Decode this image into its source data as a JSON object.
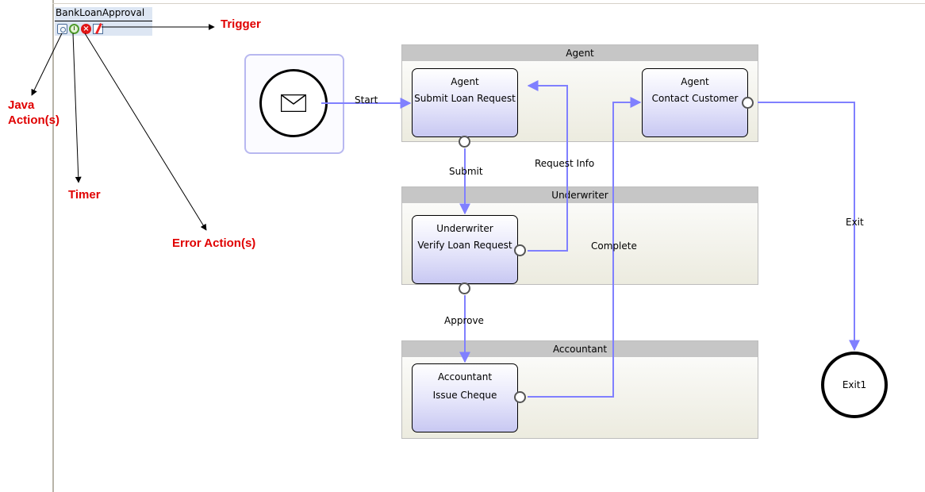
{
  "process": {
    "name": "BankLoanApproval",
    "icons": [
      "java-action-icon",
      "timer-icon",
      "error-action-icon",
      "trigger-icon"
    ]
  },
  "annotations": {
    "java": "Java Action(s)",
    "timer": "Timer",
    "error": "Error Action(s)",
    "trigger": "Trigger"
  },
  "lanes": [
    {
      "title": "Agent"
    },
    {
      "title": "Underwriter"
    },
    {
      "title": "Accountant"
    }
  ],
  "tasks": {
    "submit": {
      "role": "Agent",
      "name": "Submit Loan Request"
    },
    "contact": {
      "role": "Agent",
      "name": "Contact Customer"
    },
    "verify": {
      "role": "Underwriter",
      "name": "Verify Loan Request"
    },
    "issue": {
      "role": "Accountant",
      "name": "Issue Cheque"
    }
  },
  "start_node": {
    "icon": "envelope-icon"
  },
  "exit_node": {
    "label": "Exit1"
  },
  "connections": {
    "start": "Start",
    "submit": "Submit",
    "request_info": "Request Info",
    "approve": "Approve",
    "complete": "Complete",
    "exit": "Exit"
  },
  "colors": {
    "connector": "#8080ff",
    "annotation": "#e00000",
    "lane_header": "#c6c6c6"
  }
}
